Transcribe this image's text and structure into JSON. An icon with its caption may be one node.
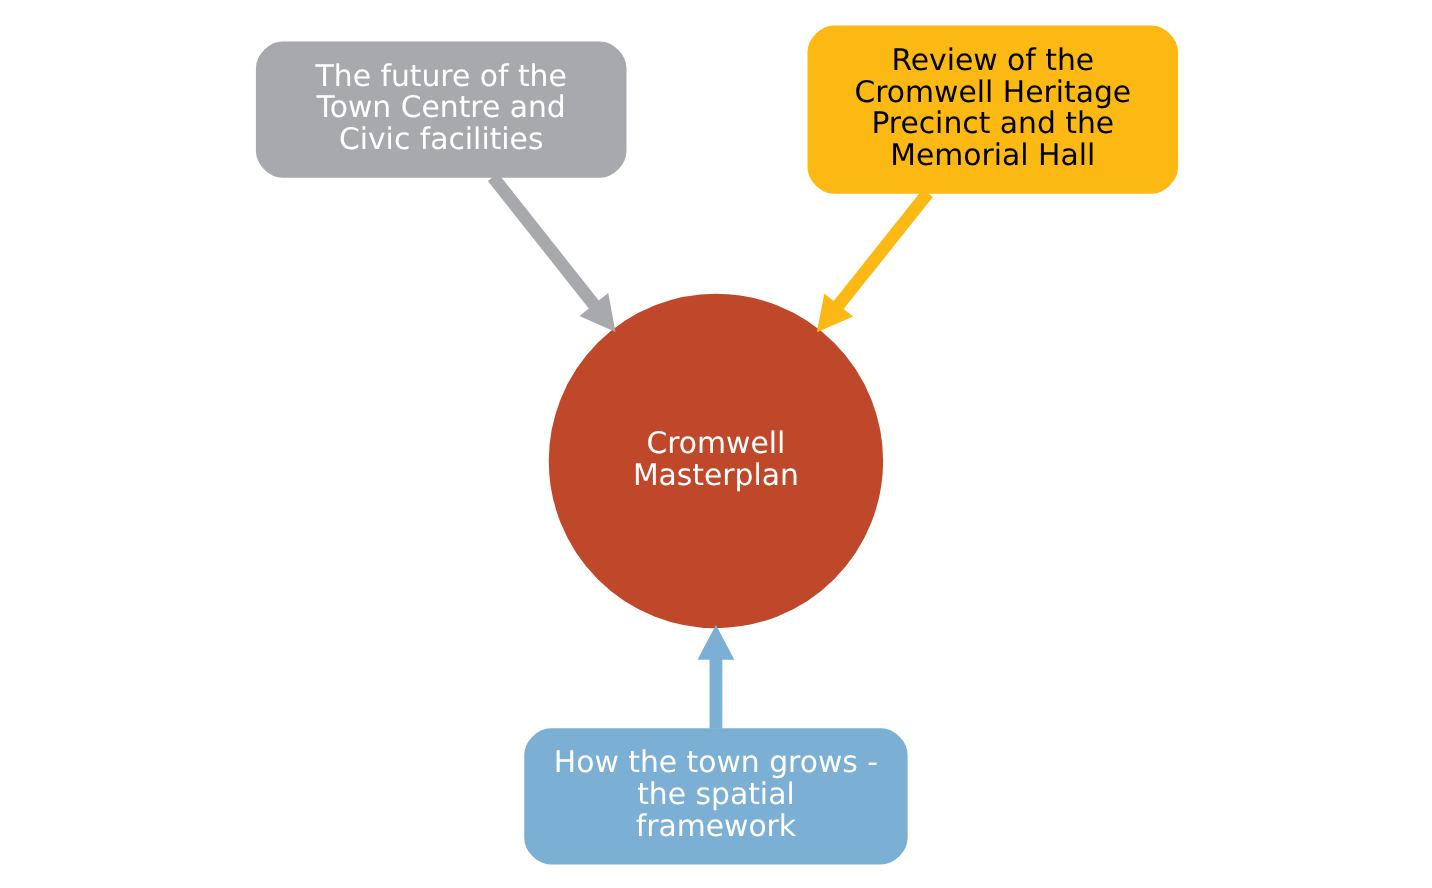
{
  "diagram": {
    "nodes": [
      {
        "text": [
          "The future of the Town Centre and Civic facilities"
        ]
      },
      {
        "text": [
          "Review of the Cromwell Heritage Precinct and the Memorial Hall"
        ]
      },
      {
        "text": [
          "Cromwell Masterplan"
        ]
      },
      {
        "text": [
          "How the town grows - the spatial framework"
        ]
      }
    ],
    "edges": [
      {
        "from": 0,
        "to": 2,
        "arrow": "to",
        "color": "#a7a9ac"
      },
      {
        "from": 1,
        "to": 2,
        "arrow": "to",
        "color": "#fdb913"
      },
      {
        "from": 3,
        "to": 2,
        "arrow": "to",
        "color": "#7bafd4"
      }
    ]
  }
}
